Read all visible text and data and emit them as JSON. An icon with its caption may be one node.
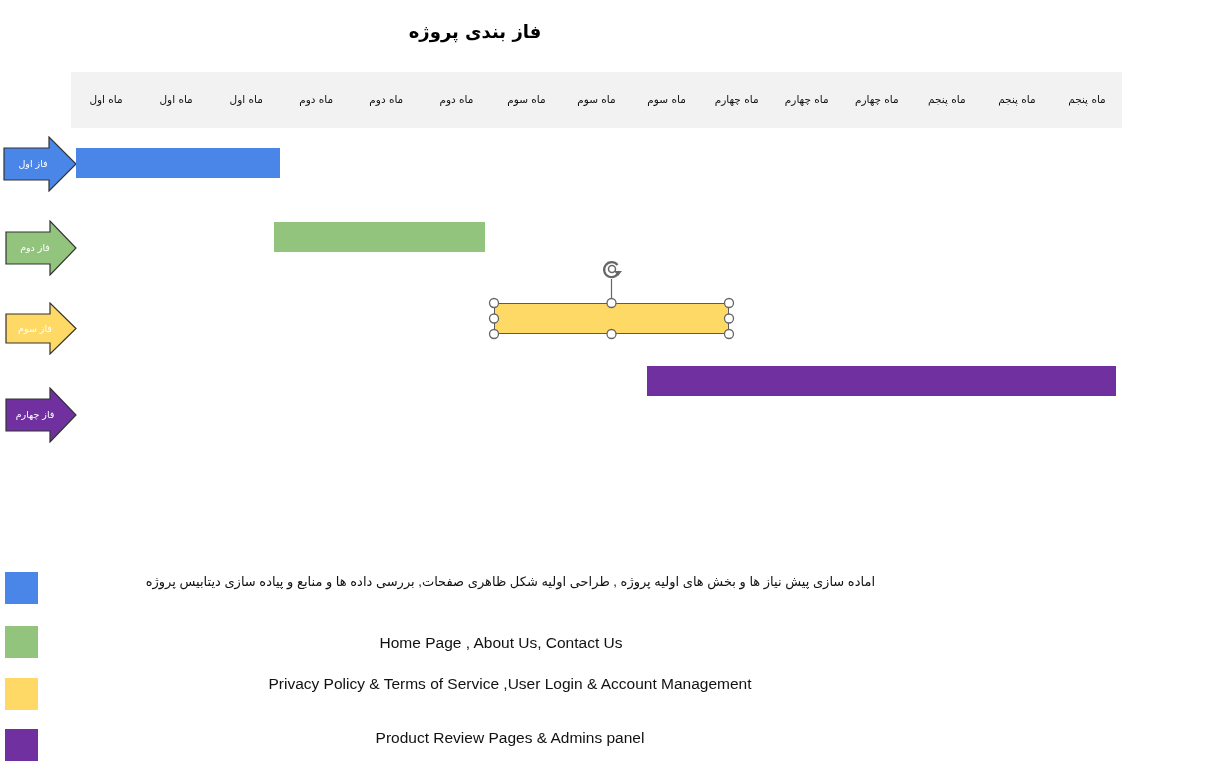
{
  "diagram": {
    "title": "فاز بندی پروژه",
    "nodes": [
      {
        "text": [
          "فاز اول"
        ]
      },
      {
        "text": [],
        "shape": "bar"
      },
      {
        "text": [
          "فاز دوم"
        ]
      },
      {
        "text": [],
        "shape": "bar"
      },
      {
        "text": [
          "فاز سوم"
        ]
      },
      {
        "text": [],
        "shape": "bar"
      },
      {
        "text": [
          "فاز چهارم"
        ]
      },
      {
        "text": [],
        "shape": "bar"
      }
    ],
    "labels": [
      "ماه اول",
      "ماه اول",
      "ماه اول",
      "ماه دوم",
      "ماه دوم",
      "ماه دوم",
      "ماه سوم",
      "ماه سوم",
      "ماه سوم",
      "ماه چهارم",
      "ماه چهارم",
      "ماه چهارم",
      "ماه پنجم",
      "ماه پنجم",
      "ماه پنجم"
    ],
    "legend": [
      {
        "text": "اماده سازی پیش نیاز ها و بخش های اولیه پروژه , طراحی اولیه شکل ظاهری صفحات, بررسی داده ها و منابع و پیاده سازی دیتابیس پروژه",
        "color": "#4a86e8"
      },
      {
        "text": "Home Page , About Us, Contact Us",
        "color": "#93c47d"
      },
      {
        "text": "Privacy Policy & Terms of Service ,User Login & Account Management",
        "color": "#ffd966"
      },
      {
        "text": "Product Review Pages & Admins panel",
        "color": "#7030a0"
      }
    ]
  }
}
